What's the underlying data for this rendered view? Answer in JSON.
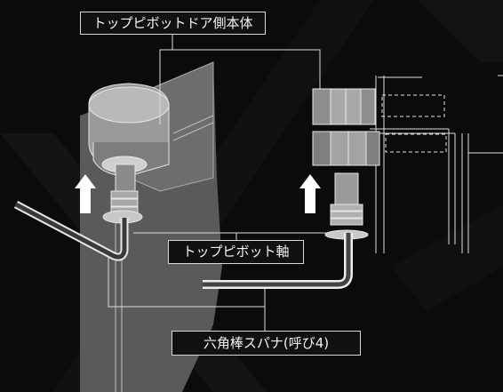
{
  "labels": {
    "door_body": "トップピボットドア側本体",
    "pivot_shaft": "トップピボット軸",
    "hex_wrench": "六角棒スパナ(呼び4)"
  },
  "colors": {
    "background": "#0b0b0b",
    "part_fill": "#8e8e8e",
    "part_light": "#bdbdbd",
    "line": "#e8e8e8",
    "arrow": "#ffffff"
  }
}
